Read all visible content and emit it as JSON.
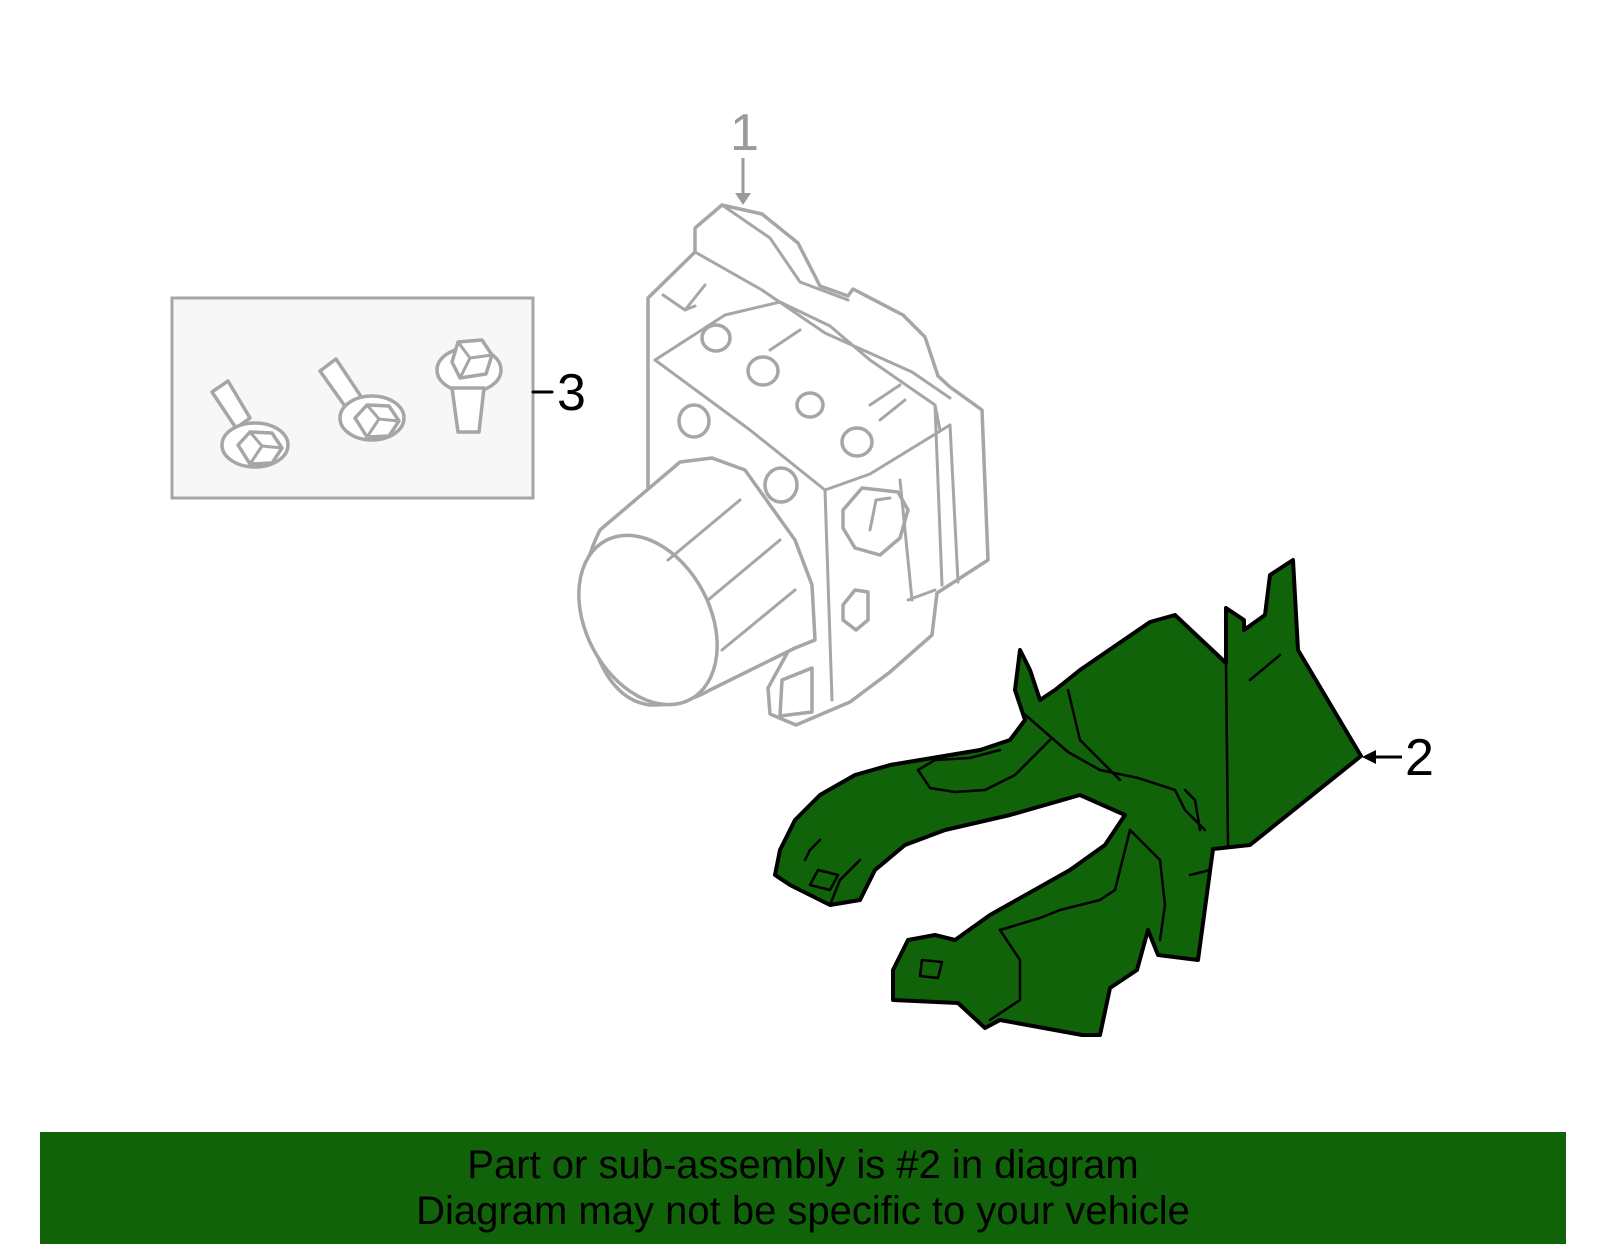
{
  "colors": {
    "highlight": "#116309",
    "banner": "#116309",
    "ghost_stroke": "#a6a6a6"
  },
  "callouts": {
    "part_1": "1",
    "part_2": "2",
    "part_3": "3"
  },
  "banner": {
    "line1": "Part or sub-assembly is #2 in diagram",
    "line2": "Diagram may not be specific to your vehicle"
  }
}
